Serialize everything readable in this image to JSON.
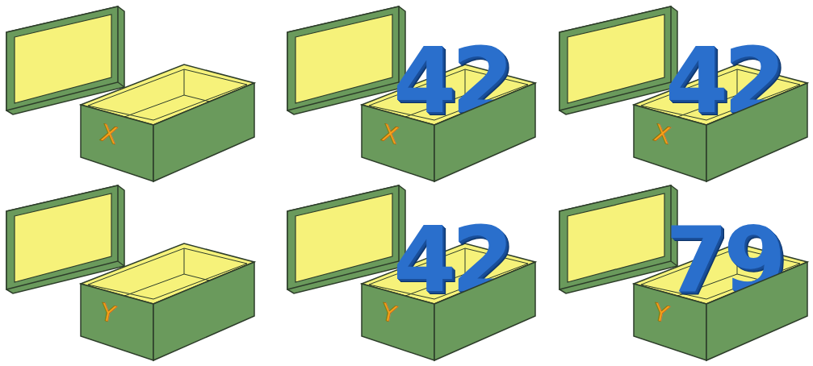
{
  "diagram": {
    "nodes": [
      {
        "text": [
          "X"
        ]
      },
      {
        "text": [
          "X",
          "42"
        ]
      },
      {
        "text": [
          "X",
          "42"
        ]
      },
      {
        "text": [
          "Y"
        ]
      },
      {
        "text": [
          "Y",
          "42"
        ]
      },
      {
        "text": [
          "Y",
          "79"
        ]
      }
    ]
  }
}
